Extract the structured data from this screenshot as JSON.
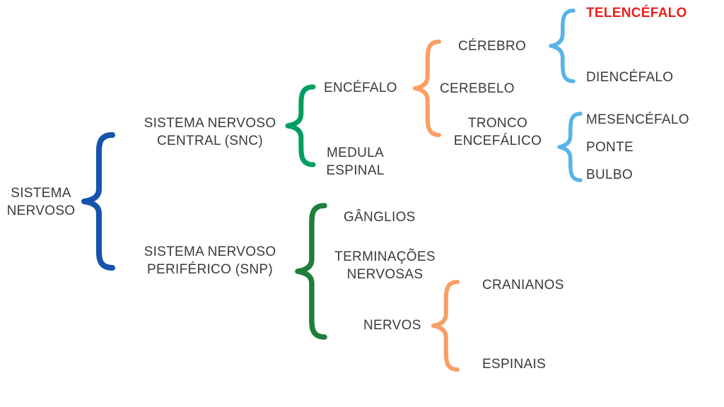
{
  "tree": {
    "label": "SISTEMA\nNERVOSO",
    "children": [
      {
        "label": "SISTEMA NERVOSO\nCENTRAL (SNC)",
        "children": [
          {
            "label": "ENCÉFALO",
            "children": [
              {
                "label": "CÉREBRO",
                "children": [
                  {
                    "label": "TELENCÉFALO",
                    "highlighted": true
                  },
                  {
                    "label": "DIENCÉFALO"
                  }
                ]
              },
              {
                "label": "CEREBELO"
              },
              {
                "label": "TRONCO\nENCEFÁLICO",
                "children": [
                  {
                    "label": "MESENCÉFALO"
                  },
                  {
                    "label": "PONTE"
                  },
                  {
                    "label": "BULBO"
                  }
                ]
              }
            ]
          },
          {
            "label": "MEDULA\nESPINAL"
          }
        ]
      },
      {
        "label": "SISTEMA NERVOSO\nPERIFÉRICO (SNP)",
        "children": [
          {
            "label": "GÂNGLIOS"
          },
          {
            "label": "TERMINAÇÕES\nNERVOSAS"
          },
          {
            "label": "NERVOS",
            "children": [
              {
                "label": "CRANIANOS"
              },
              {
                "label": "ESPINAIS"
              }
            ]
          }
        ]
      }
    ]
  },
  "colors": {
    "text": "#3a3a3a",
    "highlight_red": "#e8211d",
    "brace_blue": "#1553ad",
    "brace_green_light": "#009e60",
    "brace_green_dark": "#1e7e3a",
    "brace_orange": "#f99e64",
    "brace_sky": "#57b3e9"
  }
}
